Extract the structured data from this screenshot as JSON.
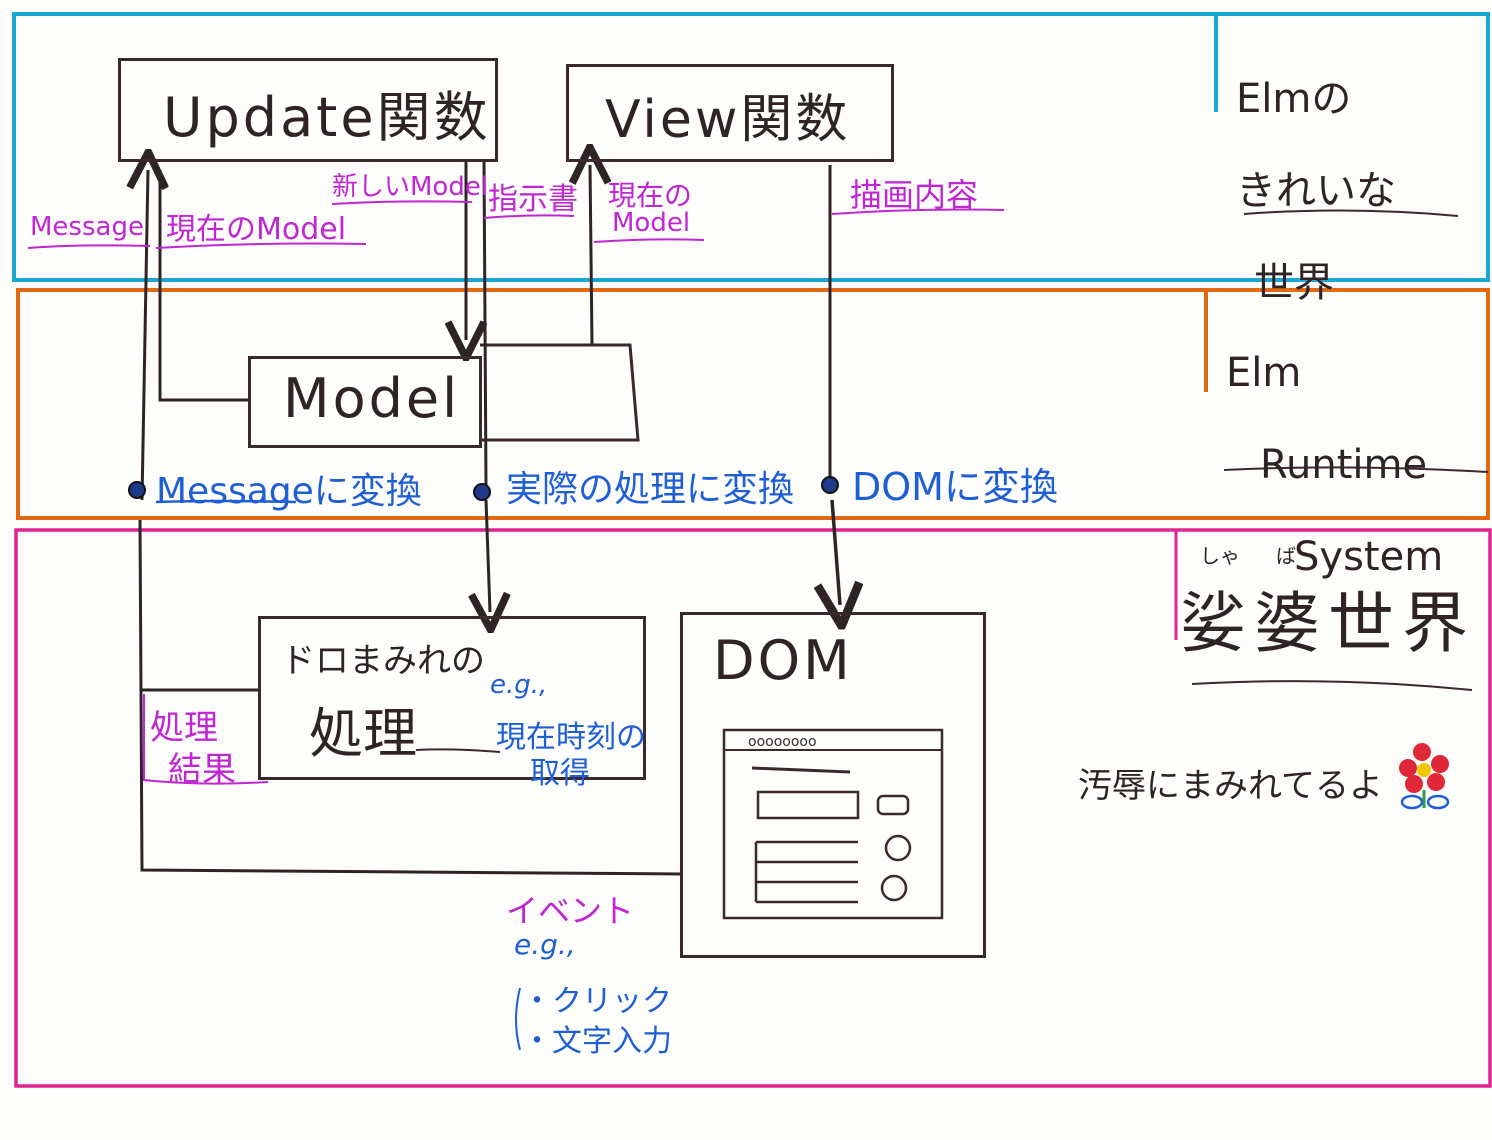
{
  "zones": {
    "elm_world": {
      "label_line1": "Elmの",
      "label_line2": "きれいな",
      "label_line3": "世界",
      "color": "#1aa7d6"
    },
    "runtime": {
      "label_line1": "Elm",
      "label_line2": "Runtime",
      "label_line3": "System",
      "color": "#e26a12"
    },
    "shaba": {
      "label": "娑婆世界",
      "ruby1": "しゃ",
      "ruby2": "ば",
      "color": "#e0248f"
    }
  },
  "boxes": {
    "update": "Update関数",
    "view": "View関数",
    "model": "Model",
    "dirty": {
      "line1": "ドロまみれの",
      "line2": "処理"
    },
    "dom": "DOM"
  },
  "labels": {
    "message_in": "Message",
    "current_model_1": "現在のModel",
    "new_model": "新しいModel",
    "instruction": "指示書",
    "current_model_2_line1": "現在の",
    "current_model_2_line2": "Model",
    "render_content": "描画内容",
    "to_message": "Messageに変換",
    "to_action": "実際の処理に変換",
    "to_dom": "DOMに変換",
    "eg_dirty_1": "e.g.,",
    "eg_dirty_2": "現在時刻の",
    "eg_dirty_3": "取得",
    "result_line1": "処理",
    "result_line2": "結果",
    "event": "イベント",
    "eg_event": "e.g.,",
    "click": "・クリック",
    "text_input": "・文字入力",
    "dirty_remark": "汚辱にまみれてるよ"
  },
  "colors": {
    "ink": "#2e2426",
    "purple": "#c026d3",
    "blue": "#1f5fd6"
  }
}
